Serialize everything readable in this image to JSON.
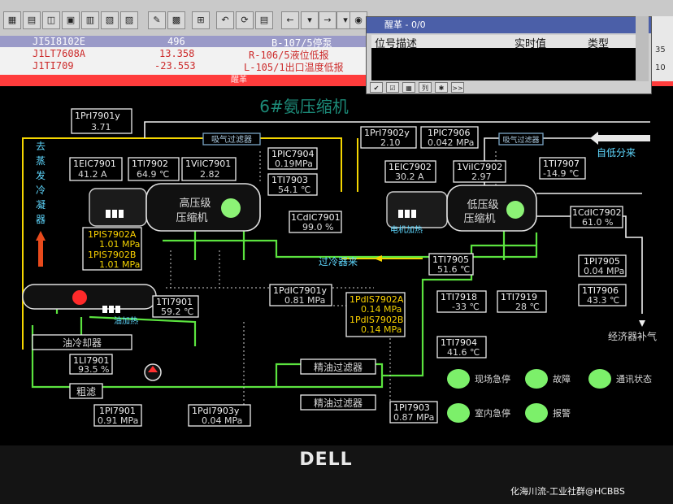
{
  "alarm_list": {
    "rows": [
      {
        "tag": "JI5I8102E",
        "value": "496",
        "desc": "B-107/5停泵"
      },
      {
        "tag": "J1LT7608A",
        "value": "13.358",
        "desc": "R-106/5液位低报"
      },
      {
        "tag": "J1TI709",
        "value": "-23.553",
        "desc": "L-105/1出口温度低报"
      }
    ],
    "bar_text": "醒革"
  },
  "popup": {
    "title": "醒革 - 0/0",
    "close": "×",
    "col_desc": "位号描述",
    "col_value": "实时值",
    "col_type": "类型",
    "tool_list": "列",
    "tool_more": ">>"
  },
  "side_strip": {
    "n1": "35",
    "n2": "10"
  },
  "diagram": {
    "title": "6#氨压缩机",
    "left_vertical": [
      "去",
      "蒸",
      "发",
      "冷",
      "凝",
      "器"
    ],
    "from_low": "自低分来",
    "inhale_filter_1": "吸气过滤器",
    "inhale_filter_2": "吸气过滤器",
    "hp_compressor": [
      "高压级",
      "压缩机"
    ],
    "lp_compressor": [
      "低压级",
      "压缩机"
    ],
    "motor_heat": "电机加热",
    "subcooler": "过冷器来",
    "oil_heat": "油加热",
    "oil_cooler": "油冷却器",
    "coarse_filter": "粗滤",
    "fine_filter_1": "精油过滤器",
    "fine_filter_2": "精油过滤器",
    "economizer": "经济器补气",
    "status": {
      "local_stop": "现场急停",
      "fault": "故障",
      "comm": "通讯状态",
      "room_stop": "室内急停",
      "alarm": "报警"
    },
    "tags": [
      {
        "id": "1PrI7901y",
        "value": "3.71"
      },
      {
        "id": "1EIC7901",
        "value": "41.2 A"
      },
      {
        "id": "1TI7902",
        "value": "64.9 ℃"
      },
      {
        "id": "1ViIC7901",
        "value": "2.82"
      },
      {
        "id": "1PIC7904",
        "value": "0.19MPa"
      },
      {
        "id": "1TI7903",
        "value": "54.1 ℃"
      },
      {
        "id": "1CdIC7901",
        "value": "99.0 %"
      },
      {
        "id": "1PrI7902y",
        "value": "2.10"
      },
      {
        "id": "1PIC7906",
        "value": "0.042 MPa"
      },
      {
        "id": "1EIC7902",
        "value": "30.2 A"
      },
      {
        "id": "1ViIC7902",
        "value": "2.97"
      },
      {
        "id": "1TI7907",
        "value": "-14.9 ℃"
      },
      {
        "id": "1CdIC7902",
        "value": "61.0 %"
      },
      {
        "id": "1TI7905",
        "value": "51.6 ℃"
      },
      {
        "id": "1PI7905",
        "value": "0.04 MPa"
      },
      {
        "id": "1PdIC7901y",
        "value": "0.81 MPa"
      },
      {
        "id": "1TI7901",
        "value": "59.2 ℃"
      },
      {
        "id": "1TI7918",
        "value": "-33 ℃"
      },
      {
        "id": "1TI7919",
        "value": "28 ℃"
      },
      {
        "id": "1TI7906",
        "value": "43.3 ℃"
      },
      {
        "id": "1TI7904",
        "value": "41.6 ℃"
      },
      {
        "id": "1LI7901",
        "value": "93.5 %"
      },
      {
        "id": "1PI7901",
        "value": "0.91 MPa"
      },
      {
        "id": "1PdI7903y",
        "value": "0.04 MPa"
      },
      {
        "id": "1PI7903",
        "value": "0.87 MPa"
      }
    ],
    "yellow_tags": [
      {
        "id": "1PIS7902A",
        "value": "1.01 MPa"
      },
      {
        "id": "1PIS7902B",
        "value": "1.01 MPa"
      },
      {
        "id": "1PdIS7902A",
        "value": "0.14 MPa"
      },
      {
        "id": "1PdIS7902B",
        "value": "0.14 MPa"
      }
    ]
  },
  "bezel": {
    "logo": "DELL",
    "watermark": "化海川流-工业社群@HCBBS"
  },
  "colors": {
    "pipe_green": "#5be33f",
    "pipe_yellow": "#f5d600",
    "status_green": "#7cf06a",
    "alarm_red": "#ff3c3c",
    "screen_bg": "#000000"
  }
}
